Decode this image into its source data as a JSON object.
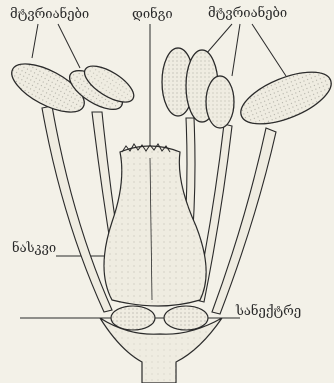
{
  "labels": {
    "stamens_left": "მტვრიანები",
    "style": "დინგი",
    "stamens_right": "მტვრიანები",
    "ovary": "ნასკვი",
    "nectary": "სანექტრე"
  },
  "colors": {
    "background": "#f3f1e8",
    "ink": "#2a2a2a",
    "stipple": "#7a7a72"
  }
}
